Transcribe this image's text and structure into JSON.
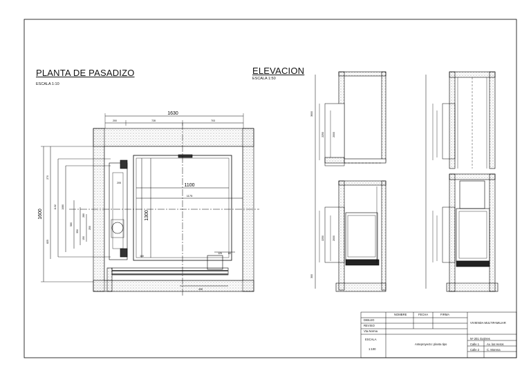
{
  "plan": {
    "title": "PLANTA DE PASADIZO",
    "scale": "ESCALA 1:10",
    "dims": {
      "total_width": "1630",
      "seg_a": "200",
      "seg_b": "728",
      "seg_c": "703",
      "width_1100": "1100",
      "width_1175": "1175",
      "height_1600": "1600",
      "height_1300": "1300",
      "h_270": "270",
      "h_825": "825",
      "h_1132": "1132",
      "h_1080": "1080",
      "d_250": "250",
      "d_580": "580",
      "d_280": "280",
      "d_350": "350",
      "d_150": "150",
      "d_180": "180",
      "d_125": "125",
      "d_408": "408",
      "d_205": "205",
      "d_60": "60"
    }
  },
  "elevation": {
    "title": "ELEVACION",
    "scale": "ESCALA 1:50",
    "dims": {
      "h_2250": "2250",
      "h_2000": "2000",
      "h_3600": "3600",
      "h_300": "300",
      "h_2250b": "2250",
      "h_2000b": "2000"
    }
  },
  "title_block": {
    "headers": {
      "nombre": "NOMBRE",
      "fecha": "FECHA",
      "firma": "FIRMA"
    },
    "rows": {
      "dibujo": "DIBUJO",
      "reviso": "REVISO",
      "ventas": "Vta.Norma"
    },
    "escala_label": "ESCALA",
    "escala_value": "1:100",
    "project": "VIVIENDA MULTIFAMILIAR",
    "drawing": "Anteproyecto: planta tipo",
    "numero": "Nº 201 Gutirres",
    "calle1_label": "Calle 1",
    "calle1_value": "Av. los Heros",
    "calle2_label": "Calle 2",
    "calle2_value": "C. Morena"
  }
}
